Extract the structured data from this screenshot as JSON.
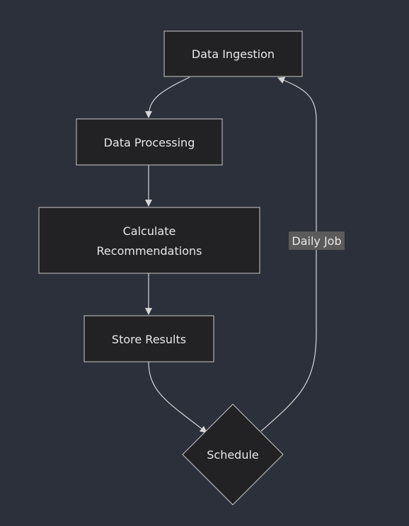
{
  "nodes": {
    "ingestion": {
      "label": "Data Ingestion"
    },
    "processing": {
      "label": "Data Processing"
    },
    "calculate": {
      "line1": "Calculate",
      "line2": "Recommendations"
    },
    "store": {
      "label": "Store Results"
    },
    "schedule": {
      "label": "Schedule"
    }
  },
  "edges": {
    "daily_job": {
      "label": "Daily Job"
    }
  },
  "colors": {
    "background": "#2c303b",
    "node_fill": "#222224",
    "node_border": "#c9c9c9",
    "edge": "#d6d6d6",
    "label_bg": "#5b5b5b",
    "text": "#e8e8e8"
  }
}
